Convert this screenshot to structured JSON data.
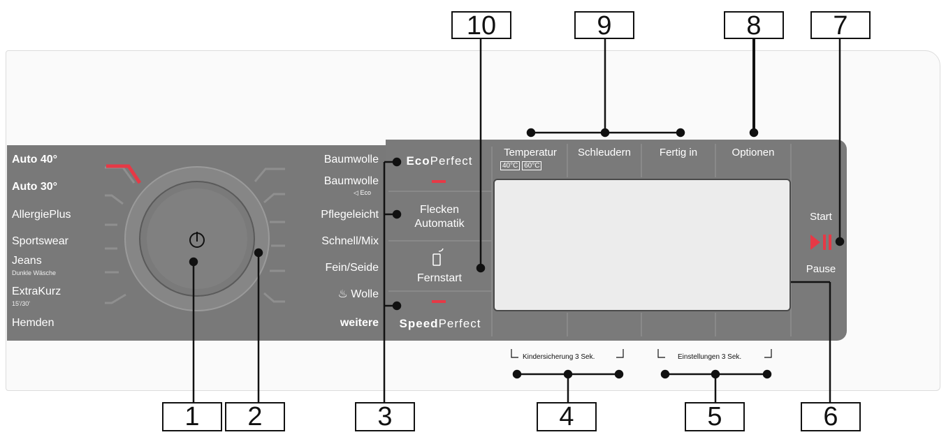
{
  "programs_left": [
    {
      "label": "Auto 40°",
      "bold": true
    },
    {
      "label": "Auto 30°",
      "bold": true
    },
    {
      "label": "AllergiePlus",
      "bold": false
    },
    {
      "label": "Sportswear",
      "bold": false
    },
    {
      "label": "Jeans",
      "sub": "Dunkle Wäsche",
      "bold": false
    },
    {
      "label": "ExtraKurz",
      "sub": "15'/30'",
      "bold": false
    },
    {
      "label": "Hemden",
      "bold": false
    }
  ],
  "programs_right": [
    {
      "label": "Baumwolle",
      "bold": false
    },
    {
      "label": "Baumwolle",
      "sub": "Eco",
      "bold": false
    },
    {
      "label": "Pflegeleicht",
      "bold": false
    },
    {
      "label": "Schnell/Mix",
      "bold": false
    },
    {
      "label": "Fein/Seide",
      "bold": false
    },
    {
      "label": "Wolle",
      "bold": false
    },
    {
      "label": "weitere",
      "bold": true
    }
  ],
  "buttons": {
    "eco_bold": "Eco",
    "eco_rest": "Perfect",
    "flecken_line1": "Flecken",
    "flecken_line2": "Automatik",
    "fernstart": "Fernstart",
    "speed_bold": "Speed",
    "speed_rest": "Perfect",
    "temperatur": "Temperatur",
    "temp_40": "40°C",
    "temp_60": "60°C",
    "schleudern": "Schleudern",
    "fertig_in": "Fertig in",
    "optionen": "Optionen",
    "start": "Start",
    "pause": "Pause"
  },
  "hints": {
    "kindersicherung": "Kindersicherung 3 Sek.",
    "einstellungen": "Einstellungen 3 Sek."
  },
  "callouts": [
    "1",
    "2",
    "3",
    "4",
    "5",
    "6",
    "7",
    "8",
    "9",
    "10"
  ],
  "colors": {
    "accent_red": "#e63946",
    "panel_gray": "#797979"
  }
}
